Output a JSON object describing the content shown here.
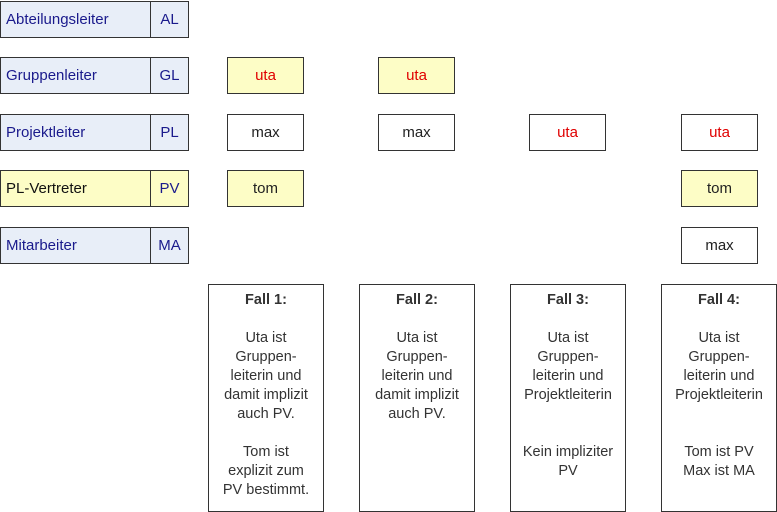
{
  "roles": [
    {
      "name": "Abteilungsleiter",
      "abbr": "AL"
    },
    {
      "name": "Gruppenleiter",
      "abbr": "GL"
    },
    {
      "name": "Projektleiter",
      "abbr": "PL"
    },
    {
      "name": "PL-Vertreter",
      "abbr": "PV"
    },
    {
      "name": "Mitarbeiter",
      "abbr": "MA"
    }
  ],
  "cells": {
    "gl_1": "uta",
    "gl_2": "uta",
    "pl_1": "max",
    "pl_2": "max",
    "pl_3": "uta",
    "pl_4": "uta",
    "pv_1": "tom",
    "pv_4": "tom",
    "ma_4": "max"
  },
  "cases": [
    {
      "title": "Fall 1:",
      "para1": [
        "Uta ist",
        "Gruppen-",
        "leiterin und",
        "damit implizit",
        "auch PV."
      ],
      "para2": [
        "Tom ist",
        "explizit zum",
        "PV bestimmt."
      ]
    },
    {
      "title": "Fall 2:",
      "para1": [
        "Uta ist",
        "Gruppen-",
        "leiterin und",
        "damit implizit",
        "auch PV."
      ],
      "para2": []
    },
    {
      "title": "Fall 3:",
      "para1": [
        "Uta ist",
        "Gruppen-",
        "leiterin und",
        "Projektleiterin"
      ],
      "para2": [
        "Kein impliziter",
        "PV"
      ]
    },
    {
      "title": "Fall 4:",
      "para1": [
        "Uta ist",
        "Gruppen-",
        "leiterin und",
        "Projektleiterin"
      ],
      "para2": [
        "Tom ist PV",
        "Max ist MA"
      ]
    }
  ],
  "colors": {
    "role_fill": "#e8eef8",
    "highlight_fill": "#fdfdc6",
    "role_text": "#1a1a8c",
    "uta_text": "#e00000"
  }
}
